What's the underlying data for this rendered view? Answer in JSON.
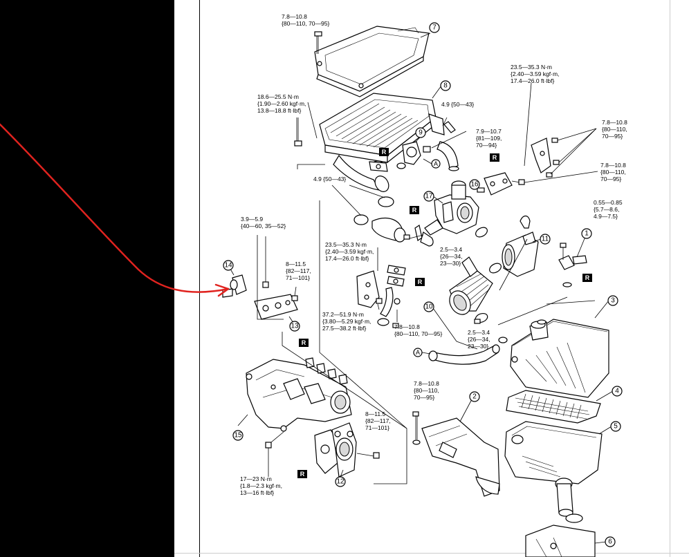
{
  "torque_labels": {
    "t_top": [
      "7.8—10.8",
      "{80—110, 70—95}"
    ],
    "t_left1": [
      "18.6—25.5 N·m",
      "{1.90—2.60 kgf·m,",
      "13.8—18.8 ft·lbf}"
    ],
    "t_49a": [
      "4.9 {50—43}"
    ],
    "t_79": [
      "7.9—10.7",
      "{81—109,",
      "70—94}"
    ],
    "t_right1": [
      "23.5—35.3 N·m",
      "{2.40—3.59 kgf·m,",
      "17.4—26.0 ft·lbf}"
    ],
    "t_right2": [
      "7.8—10.8",
      "{80—110,",
      "70—95}"
    ],
    "t_right3": [
      "7.8—10.8",
      "{80—110,",
      "70—95}"
    ],
    "t_49b": [
      "4.9 {50—43}"
    ],
    "t_39": [
      "3.9—5.9",
      "{40—60, 35—52}"
    ],
    "t_8a": [
      "8—11.5",
      "{82—117,",
      "71—101}"
    ],
    "t_055": [
      "0.55—0.85",
      "{5.7—8.6,",
      "4.9—7.5}"
    ],
    "t_mid1": [
      "23.5—35.3 N·m",
      "{2.40—3.59 kgf·m,",
      "17.4—26.0 ft·lbf}"
    ],
    "t_25a": [
      "2.5—3.4",
      "{26—34,",
      "23—30}"
    ],
    "t_372": [
      "37.2—51.9 N·m",
      "{3.80—5.29 kgf·m,",
      "27.5—38.2 ft·lbf}"
    ],
    "t_78c": [
      "7.8—10.8",
      "{80—110, 70—95}"
    ],
    "t_25b": [
      "2.5—3.4",
      "{26—34,",
      "23—30}"
    ],
    "t_78d": [
      "7.8—10.8",
      "{80—110,",
      "70—95}"
    ],
    "t_8b": [
      "8—11.5",
      "{82—117,",
      "71—101}"
    ],
    "t_17": [
      "17—23 N·m",
      "{1.8—2.3 kgf·m,",
      "13—16 ft·lbf}"
    ]
  },
  "callouts": [
    "1",
    "2",
    "3",
    "4",
    "5",
    "6",
    "7",
    "8",
    "9",
    "10",
    "11",
    "12",
    "13",
    "14",
    "15",
    "16",
    "17"
  ],
  "r_marker": "R",
  "a_marker": "A",
  "colors": {
    "annotation_arrow": "#e0231f",
    "ink": "#000000",
    "sheet": "#ffffff",
    "margin": "#000000"
  }
}
